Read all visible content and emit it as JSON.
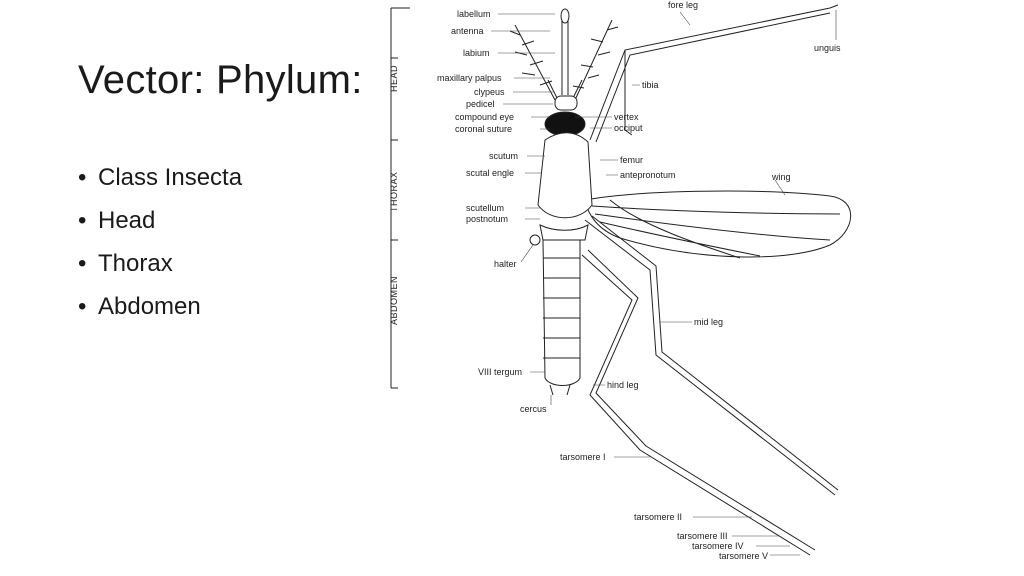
{
  "slide": {
    "title": "Vector: Phylum:",
    "bullets": [
      "Class Insecta",
      "Head",
      "Thorax",
      "Abdomen"
    ]
  },
  "figure": {
    "side_labels": {
      "head": "HEAD",
      "thorax": "THORAX",
      "abdomen": "ABDOMEN"
    },
    "labels": {
      "labellum": "labellum",
      "antenna": "antenna",
      "labium": "labium",
      "maxillary_palpus": "maxillary palpus",
      "clypeus": "clypeus",
      "pedicel": "pedicel",
      "compound_eye": "compound eye",
      "coronal_suture": "coronal suture",
      "scutum": "scutum",
      "scutal_angle": "scutal engle",
      "scutellum": "scutellum",
      "postnotum": "postnotum",
      "halter": "halter",
      "viii_tergum": "VIII tergum",
      "cercus": "cercus",
      "fore_leg": "fore leg",
      "unguis": "unguis",
      "tibia": "tibia",
      "vertex": "vertex",
      "occiput": "occiput",
      "femur": "femur",
      "antepronotum": "antepronotum",
      "wing": "wing",
      "mid_leg": "mid leg",
      "hind_leg": "hind leg",
      "tarsomere_1": "tarsomere I",
      "tarsomere_2": "tarsomere II",
      "tarsomere_3": "tarsomere III",
      "tarsomere_4": "tarsomere IV",
      "tarsomere_5": "tarsomere V"
    }
  }
}
